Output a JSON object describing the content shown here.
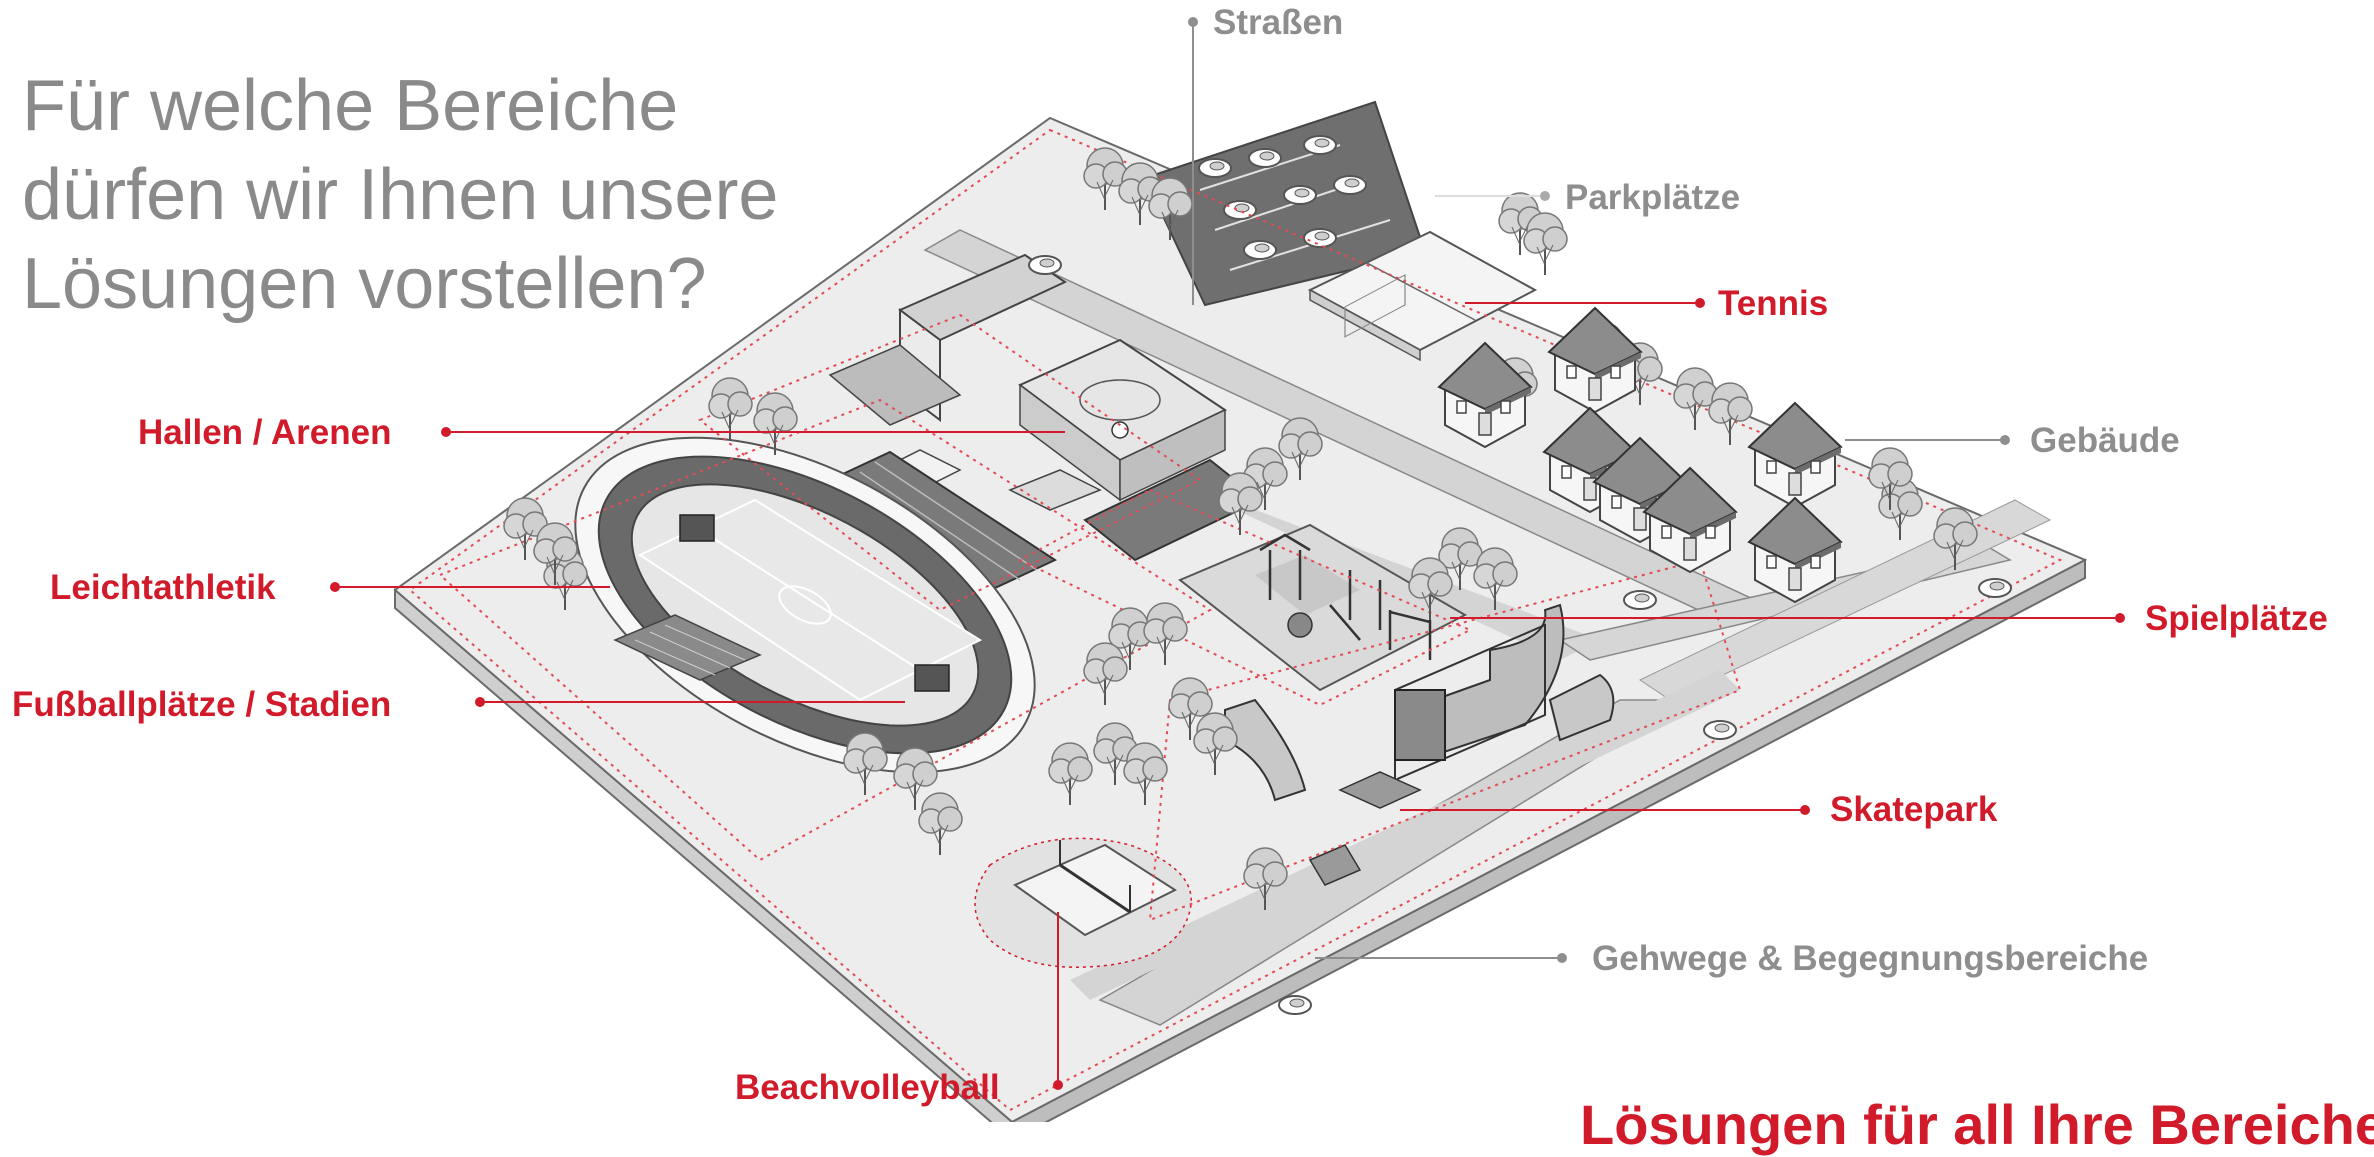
{
  "headline": {
    "lines": [
      "Für welche Bereiche",
      "dürfen wir Ihnen unsere",
      "Lösungen vorstellen?"
    ]
  },
  "labels": {
    "strassen": "Straßen",
    "parkplaetze": "Parkplätze",
    "tennis": "Tennis",
    "gebaeude": "Gebäude",
    "hallen": "Hallen / Arenen",
    "leichtathletik": "Leichtathletik",
    "fussball": "Fußballplätze / Stadien",
    "spielplaetze": "Spielplätze",
    "skatepark": "Skatepark",
    "gehwege": "Gehwege & Begegnungsbereiche",
    "beachvolleyball": "Beachvolleyball"
  },
  "footer": {
    "text": "Lösungen für all Ihre Bereiche"
  },
  "colors": {
    "accent_red": "#d11a2a",
    "label_grey": "#8e8e8e",
    "headline_grey": "#8a8a8a",
    "ground": "#e9e9e9",
    "asphalt": "#6f6f6f",
    "line_red": "#e34a55"
  }
}
